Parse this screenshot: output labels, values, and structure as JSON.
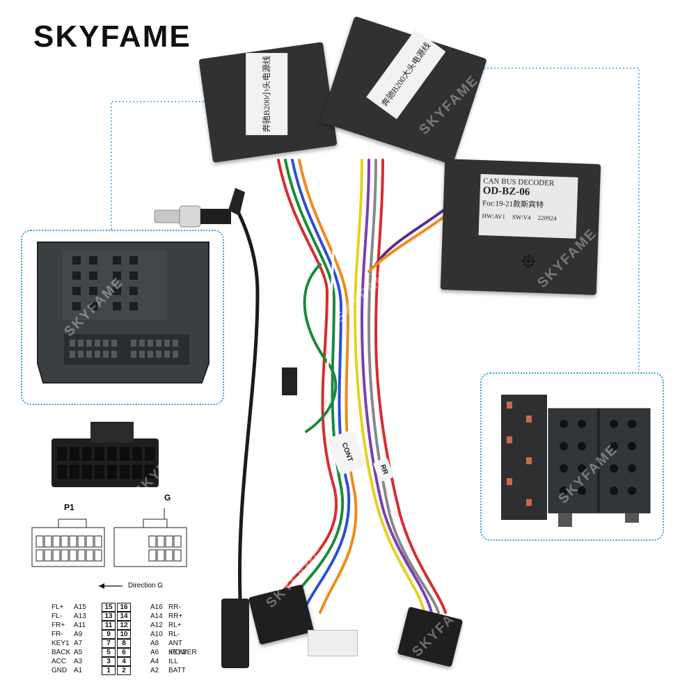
{
  "brand": "SKYFAME",
  "watermark": "SKYFAME",
  "modules": {
    "small_power_label": "奔驰B200小头电源线",
    "big_power_label": "奔驰B200大头电源线",
    "decoder": {
      "line1": "CAN BUS DECODER",
      "line2": "OD-BZ-06",
      "line3": "For:19-21款斯宾特",
      "hw": "HW:AV1",
      "sw": "SW:V4",
      "date": "220924"
    }
  },
  "tags": {
    "cont": "CONT",
    "rr": "RR"
  },
  "diagram": {
    "p1_label": "P1",
    "g_label": "G",
    "direction": "Direction G"
  },
  "pinout": {
    "left": [
      {
        "name": "FL+",
        "pin": "A15"
      },
      {
        "name": "FL-",
        "pin": "A13"
      },
      {
        "name": "FR+",
        "pin": "A11"
      },
      {
        "name": "FR-",
        "pin": "A9"
      },
      {
        "name": "KEY1",
        "pin": "A7"
      },
      {
        "name": "BACK",
        "pin": "A5"
      },
      {
        "name": "ACC",
        "pin": "A3"
      },
      {
        "name": "GND",
        "pin": "A1"
      }
    ],
    "boxes_left": [
      "15",
      "13",
      "11",
      "9",
      "7",
      "5",
      "3",
      "1"
    ],
    "boxes_right": [
      "16",
      "14",
      "12",
      "10",
      "8",
      "6",
      "4",
      "2"
    ],
    "right": [
      {
        "pin": "A16",
        "name": "RR-"
      },
      {
        "pin": "A14",
        "name": "RR+"
      },
      {
        "pin": "A12",
        "name": "RL+"
      },
      {
        "pin": "A10",
        "name": "RL-"
      },
      {
        "pin": "A8",
        "name": "ANT .POWER"
      },
      {
        "pin": "A6",
        "name": "KEY2"
      },
      {
        "pin": "A4",
        "name": "ILL"
      },
      {
        "pin": "A2",
        "name": "BATT"
      }
    ]
  }
}
